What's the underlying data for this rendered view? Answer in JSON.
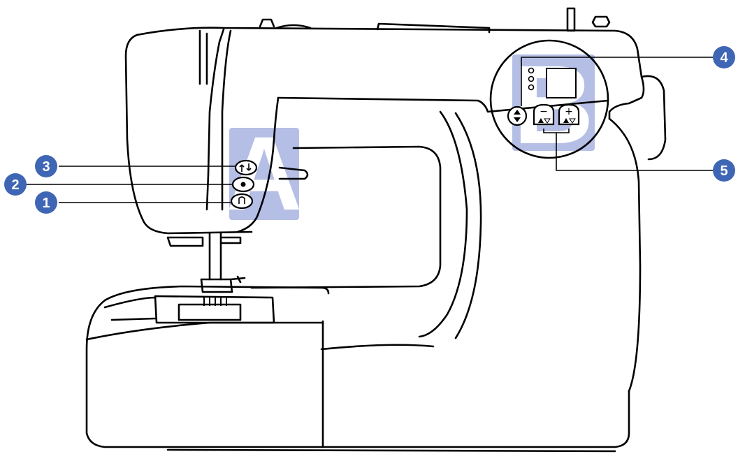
{
  "colors": {
    "outline": "#000000",
    "callout_fill": "#3f66b5",
    "callout_text": "#ffffff",
    "region_highlight": "#b5bfe6",
    "background": "#ffffff"
  },
  "regions": [
    {
      "letter": "A"
    },
    {
      "letter": "B"
    }
  ],
  "callouts": [
    {
      "number": "1"
    },
    {
      "number": "2"
    },
    {
      "number": "3"
    },
    {
      "number": "4"
    },
    {
      "number": "5"
    }
  ],
  "buttons": {
    "minus_sign": "−",
    "plus_sign": "+"
  },
  "icons": {
    "start_stop": "start-stop-icon",
    "needle_position": "needle-position-icon",
    "reverse": "reverse-stitch-icon",
    "selector": "up-down-selector-icon",
    "minus": "minus-icon",
    "plus": "plus-icon"
  }
}
